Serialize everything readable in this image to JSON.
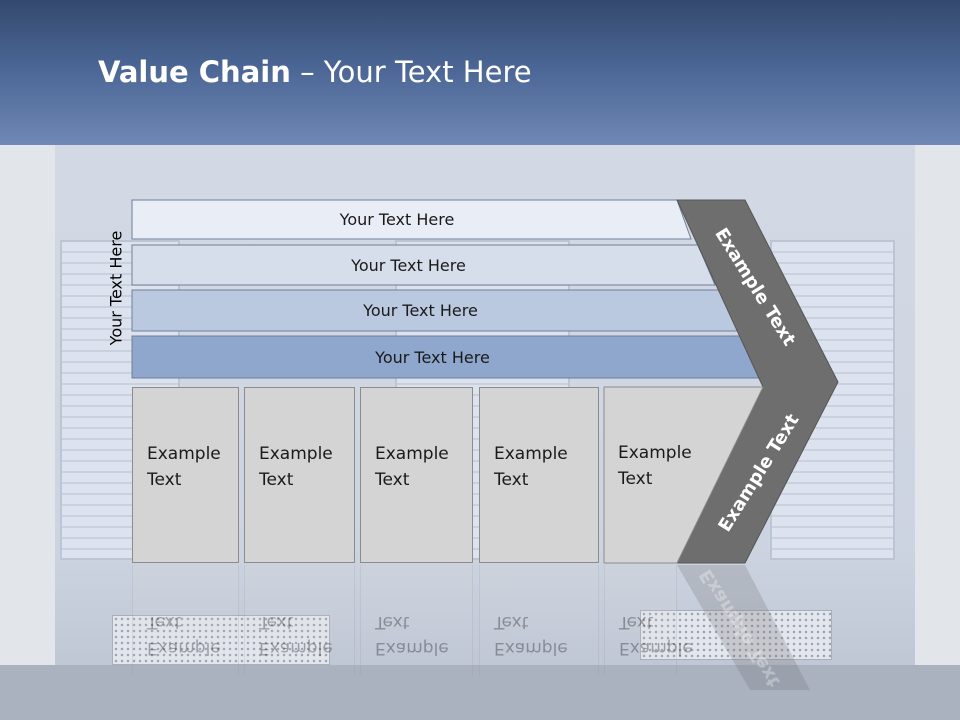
{
  "title": {
    "bold": "Value Chain",
    "rest": " – Your Text Here"
  },
  "side_label": "Your Text Here",
  "bands": [
    {
      "label": "Your Text Here",
      "color": "#e9eef6"
    },
    {
      "label": "Your Text Here",
      "color": "#d6deec"
    },
    {
      "label": "Your Text Here",
      "color": "#bac8e0"
    },
    {
      "label": "Your Text Here",
      "color": "#8fa6cd"
    }
  ],
  "boxes": [
    {
      "line1": "Example",
      "line2": "Text"
    },
    {
      "line1": "Example",
      "line2": "Text"
    },
    {
      "line1": "Example",
      "line2": "Text"
    },
    {
      "line1": "Example",
      "line2": "Text"
    },
    {
      "line1": "Example",
      "line2": "Text"
    }
  ],
  "chevron": {
    "top_label": "Example Text",
    "bottom_label": "Example Text",
    "color": "#6e6e6e"
  }
}
